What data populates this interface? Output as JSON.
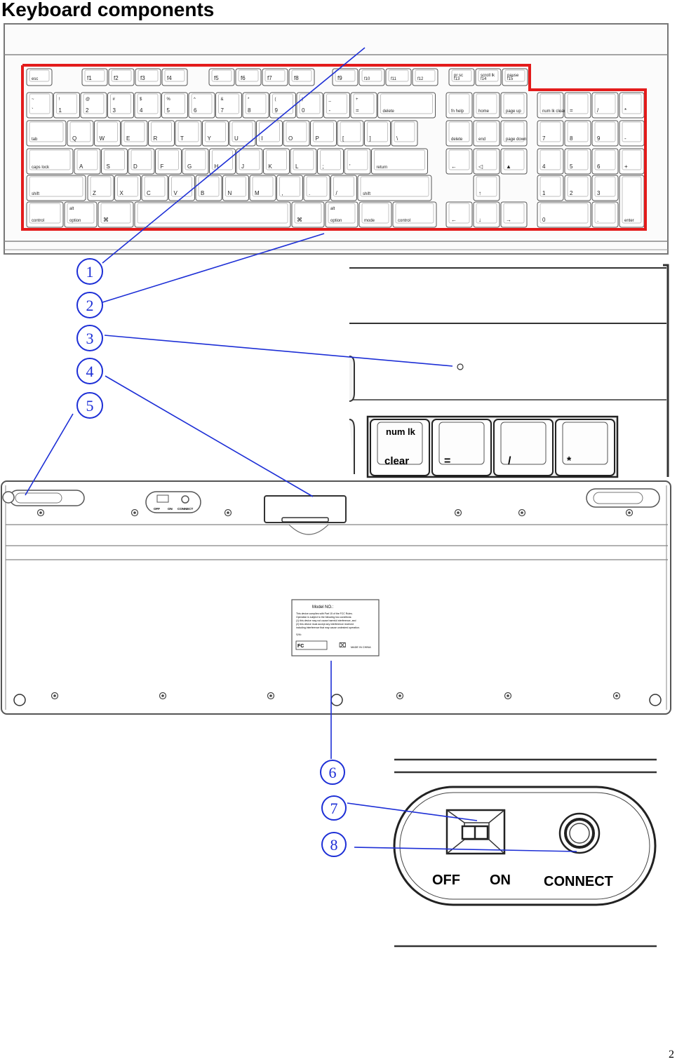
{
  "page": {
    "title": "Keyboard components",
    "page_number": "2"
  },
  "callouts": [
    "1",
    "2",
    "3",
    "4",
    "5",
    "6",
    "7",
    "8"
  ],
  "keyboard_top": {
    "function_row": [
      "esc",
      "f1",
      "f2",
      "f3",
      "f4",
      "f5",
      "f6",
      "f7",
      "f8",
      "f9",
      "f10",
      "f11",
      "f12",
      "f13",
      "f14",
      "f15"
    ],
    "function_row_top": {
      "f13": "pr sc",
      "f14": "scroll lk",
      "f15": "pause"
    },
    "number_row": [
      {
        "top": "~",
        "bottom": "`"
      },
      {
        "top": "!",
        "bottom": "1"
      },
      {
        "top": "@",
        "bottom": "2"
      },
      {
        "top": "#",
        "bottom": "3"
      },
      {
        "top": "$",
        "bottom": "4"
      },
      {
        "top": "%",
        "bottom": "5"
      },
      {
        "top": "^",
        "bottom": "6"
      },
      {
        "top": "&",
        "bottom": "7"
      },
      {
        "top": "*",
        "bottom": "8"
      },
      {
        "top": "(",
        "bottom": "9"
      },
      {
        "top": ")",
        "bottom": "0"
      },
      {
        "top": "_",
        "bottom": "-"
      },
      {
        "top": "+",
        "bottom": "="
      },
      {
        "top": "",
        "bottom": "delete"
      }
    ],
    "tab_row": [
      "tab",
      "Q",
      "W",
      "E",
      "R",
      "T",
      "Y",
      "U",
      "I",
      "O",
      "P",
      "[",
      "]",
      "\\"
    ],
    "home_row": [
      "caps lock",
      "A",
      "S",
      "D",
      "F",
      "G",
      "H",
      "J",
      "K",
      "L",
      ";",
      "'",
      "return"
    ],
    "shift_row": [
      "shift",
      "Z",
      "X",
      "C",
      "V",
      "B",
      "N",
      "M",
      ",",
      ".",
      "/",
      "shift"
    ],
    "bottom_row": [
      "control",
      "option",
      "⌘",
      "",
      "⌘",
      "option",
      "mode",
      "control"
    ],
    "bottom_row_top": {
      "option": "alt"
    },
    "nav_cluster": [
      "fn help",
      "home",
      "page up",
      "delete",
      "end",
      "page down"
    ],
    "numpad": [
      "num lk clear",
      "=",
      "/",
      "*",
      "7",
      "8",
      "9",
      "-",
      "4",
      "5",
      "6",
      "+",
      "1",
      "2",
      "3",
      "0",
      ".",
      "enter"
    ]
  },
  "numpad_zoom": {
    "keys": [
      "num  lk",
      "clear",
      "=",
      "/",
      "*"
    ]
  },
  "switch_panel": {
    "labels": [
      "OFF",
      "ON",
      "CONNECT"
    ]
  },
  "fcc_label": {
    "lines": [
      "Model NO.:",
      "This device complies with Part 15 of the FCC Rules.",
      "Operation is subject to the following two conditions:",
      "(1) this device may not cause harmful interference, and",
      "(2) this device must accept any interference received",
      "including interference that may cause undesired operation.",
      "S/N:",
      "MADE IN CHINA"
    ]
  },
  "colors": {
    "callout_blue": "#1d2fd6",
    "highlight_red": "#e31b1b",
    "line_gray": "#555555"
  }
}
